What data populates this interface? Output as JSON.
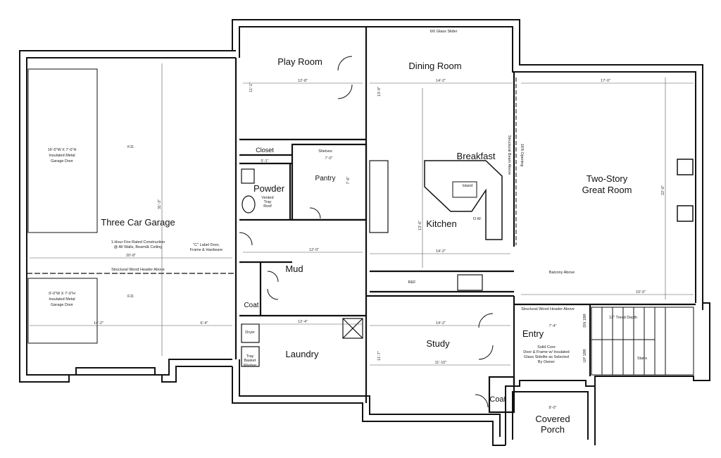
{
  "rooms": {
    "play_room": "Play Room",
    "dining_room": "Dining Room",
    "closet": "Closet",
    "shelves": "Shelves",
    "pantry": "Pantry",
    "breakfast": "Breakfast",
    "powder": "Powder",
    "three_car_garage": "Three Car Garage",
    "kitchen": "Kitchen",
    "two_story_great_room": [
      "Two-Story",
      "Great Room"
    ],
    "mud": "Mud",
    "coat_mud": "Coat",
    "laundry": "Laundry",
    "study": "Study",
    "entry": "Entry",
    "coat_entry": "Coat",
    "covered_porch": [
      "Covered",
      "Porch"
    ]
  },
  "notes": {
    "garage_door_large": [
      "16'-0\"W X 7'-0\"H",
      "Insulated Metal",
      "Garage Door"
    ],
    "garage_door_small": [
      "9'-0\"W X 7'-0\"H",
      "Insulated Metal",
      "Garage Door"
    ],
    "fire_rated": [
      "1-Hour Fire-Rated Construction",
      "@ All Walls, Beam/& Ceiling"
    ],
    "label_door": [
      "\"C\" Label Door,",
      "Frame & Hardware"
    ],
    "header_garage": "Structural Wood Header Above",
    "header_entry": "Structural Wood Header Above",
    "beam_vertical": "Structural Beam Above",
    "opening_vertical": "16'8 Opening",
    "glass_slider": "6/0 Glass Slider",
    "balcony_above": "Balcony Above",
    "island": "Island",
    "ref": "REF",
    "ow": "O.W.",
    "washer": "Washer",
    "dryer": "Dryer",
    "vented_tray": [
      "Vented",
      "Tray",
      "Roof"
    ],
    "tray_basket": [
      "Tray",
      "Basket"
    ],
    "entry_door": [
      "Solid Core",
      "Door & Frame w/ Insulated",
      "Glass Sidelite as Selected",
      "By Owner"
    ],
    "tread_depth": "12\" Tread Depth",
    "dn": "DN 18R",
    "up": "UP 18R",
    "stairs": "Stairs",
    "fd_1": "F.D.",
    "fd_2": "F.D."
  },
  "dimensions": {
    "play_w": "12'-8\"",
    "dining_w": "14'-2\"",
    "great_w": "17'-0\"",
    "great_w2": "10'-0\"",
    "garage_w": "20'-8\"",
    "garage_h": "31'-3\"",
    "garage_bottom_left": "14'-2\"",
    "garage_bottom_right": "6'-4\"",
    "mud_w": "12'-0\"",
    "laundry_w": "12'-4\"",
    "kitchen_w": "14'-2\"",
    "kitchen_h": "13'-6\"",
    "study_w": "14'-2\"",
    "study_w2": "11'-10\"",
    "study_h": "11'-7\"",
    "play_h": "11'-1\"",
    "dining_h": "13'-0\"",
    "great_h": "22'-6\"",
    "pantry_w": "7'-0\"",
    "pantry_h": "7'-6\"",
    "closet_w": "5'-1\"",
    "entry_w": "7'-4\"",
    "porch_w": "8'-0\""
  }
}
